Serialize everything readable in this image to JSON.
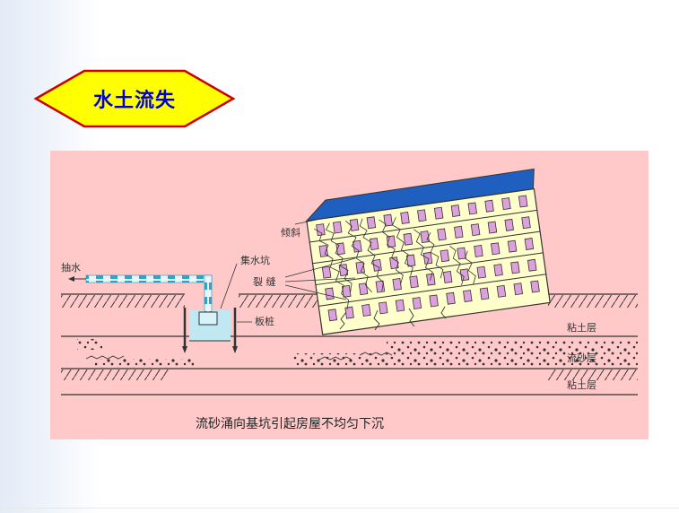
{
  "title": "水土流失",
  "colors": {
    "panel_bg": "#ffc9c9",
    "badge_fill": "#ffff00",
    "badge_stroke": "#cc0000",
    "title_text": "#0000cc",
    "roof": "#1f5fbf",
    "building": "#ffffcc",
    "window": "#dda0dd",
    "water": "#bfe8f2",
    "pipe_stripe": "#2aa6c9"
  },
  "diagram": {
    "labels": {
      "pump": "抽水",
      "sump": "集水坑",
      "tilt": "倾斜",
      "crack": "裂 缝",
      "sheet_pile": "板桩",
      "clay_top": "粘土层",
      "sand": "流砂层",
      "clay_bottom": "粘土层"
    },
    "caption": "流砂涌向基坑引起房屋不均匀下沉"
  }
}
